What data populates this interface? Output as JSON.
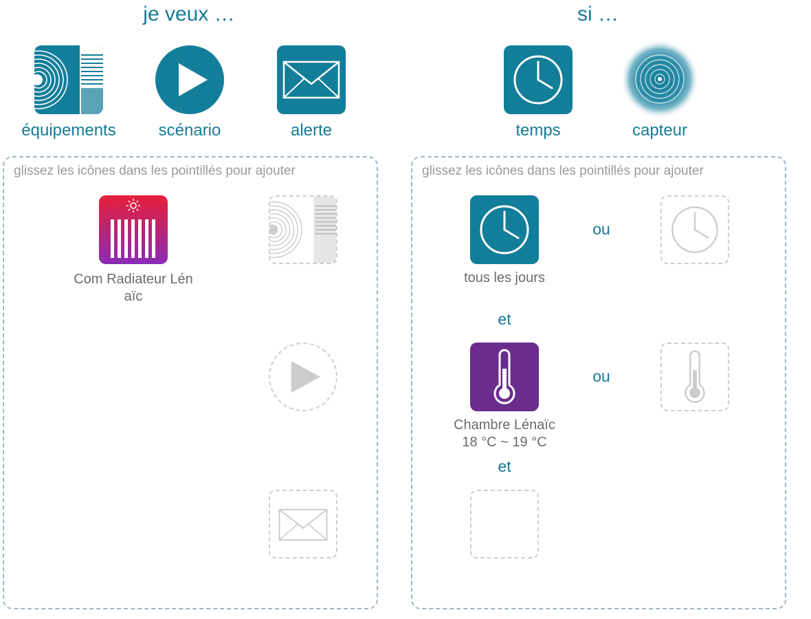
{
  "left": {
    "title": "je veux …",
    "palette": [
      {
        "label": "équipements",
        "icon": "equipment-icon"
      },
      {
        "label": "scénario",
        "icon": "play-icon"
      },
      {
        "label": "alerte",
        "icon": "envelope-icon"
      }
    ],
    "drop_hint": "glissez les icônes dans les pointillés pour ajouter",
    "selected_item": {
      "label_line1": "Com Radiateur Lén",
      "label_line2": "aïc",
      "icon": "radiator-icon"
    }
  },
  "right": {
    "title": "si …",
    "palette": [
      {
        "label": "temps",
        "icon": "clock-icon"
      },
      {
        "label": "capteur",
        "icon": "sensor-icon"
      }
    ],
    "drop_hint": "glissez les icônes dans les pointillés pour ajouter",
    "conditions": [
      {
        "label_line1": "tous les jours",
        "icon": "clock-icon",
        "alt": "ou"
      },
      {
        "label_line1": "Chambre Lénaïc",
        "label_line2": "18 °C ~ 19 °C",
        "icon": "thermometer-icon",
        "alt": "ou"
      }
    ],
    "and_labels": [
      "et",
      "et"
    ]
  },
  "colors": {
    "accent": "#137e99",
    "title": "#167a96",
    "radiator_top": "#e6203a",
    "radiator_bottom": "#8a2bb8",
    "sensor": "#6a2d8c"
  }
}
